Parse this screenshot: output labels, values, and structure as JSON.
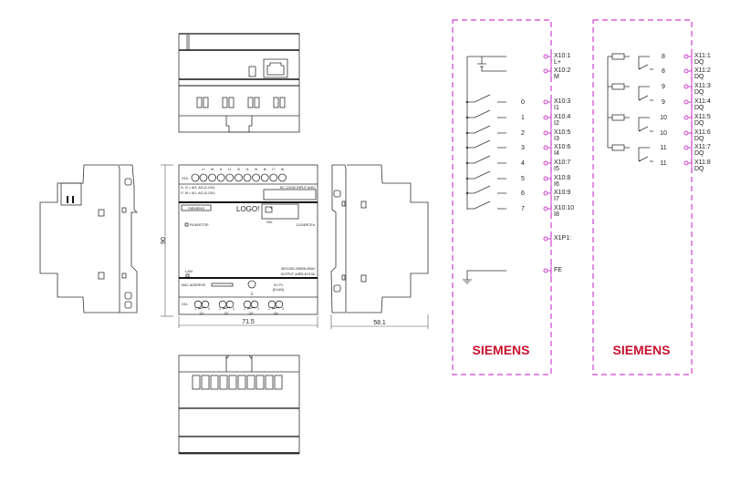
{
  "dimensions": {
    "height": "90",
    "width": "71.5",
    "depth": "58.1"
  },
  "front_panel": {
    "input_terminal_labels": [
      "L+",
      "M",
      "I1",
      "I2",
      "I3",
      "I4",
      "I5",
      "I6",
      "I7",
      "I8"
    ],
    "input_connector": "X10",
    "analog_note_1": "I1, I2 = AI3, AI4 (0-10V)",
    "analog_note_2": "I7, I8 = AI1, AI2 (0-10V)",
    "input_spec": "DC 12/24V INPUT 8xDC",
    "brand_plate": "SIEMENS",
    "product": "LOGO!",
    "card_slot": "X50",
    "run_stop": "RUN/STOP",
    "voltage": "12/24RCEo",
    "order_number": "6ED1052-2MD08-0BA2",
    "output_spec": "OUTPUT 4xRELAY/10A",
    "lan": "LAN",
    "mac": "MAC ADDRESS",
    "port": "X1 P1",
    "port_sub": "(ELAN)",
    "output_connector": "X11",
    "outputs": [
      "Q1",
      "Q2",
      "Q3",
      "Q4"
    ],
    "contact_1": "1",
    "contact_2": "2"
  },
  "inputs_panel": {
    "rows": [
      {
        "terminal": "X10:1",
        "signal": "L+",
        "number": ""
      },
      {
        "terminal": "X10:2",
        "signal": "M",
        "number": ""
      },
      {
        "terminal": "X10:3",
        "signal": "I1",
        "number": "0"
      },
      {
        "terminal": "X10:4",
        "signal": "I2",
        "number": "1"
      },
      {
        "terminal": "X10:5",
        "signal": "I3",
        "number": "2"
      },
      {
        "terminal": "X10:6",
        "signal": "I4",
        "number": "3"
      },
      {
        "terminal": "X10:7",
        "signal": "I5",
        "number": "4"
      },
      {
        "terminal": "X10:8",
        "signal": "I6",
        "number": "5"
      },
      {
        "terminal": "X10:9",
        "signal": "I7",
        "number": "6"
      },
      {
        "terminal": "X10:10",
        "signal": "I8",
        "number": "7"
      },
      {
        "terminal": "X1P1:",
        "signal": "",
        "number": ""
      },
      {
        "terminal": "FE",
        "signal": "",
        "number": ""
      }
    ],
    "brand": "SIEMENS"
  },
  "outputs_panel": {
    "rows": [
      {
        "terminal": "X11:1",
        "signal": "DQ",
        "number": "8"
      },
      {
        "terminal": "X11:2",
        "signal": "DQ",
        "number": "8"
      },
      {
        "terminal": "X11:3",
        "signal": "DQ",
        "number": "9"
      },
      {
        "terminal": "X11:4",
        "signal": "DQ",
        "number": "9"
      },
      {
        "terminal": "X11:5",
        "signal": "DQ",
        "number": "10"
      },
      {
        "terminal": "X11:6",
        "signal": "DQ",
        "number": "10"
      },
      {
        "terminal": "X11:7",
        "signal": "DQ",
        "number": "11"
      },
      {
        "terminal": "X11:8",
        "signal": "DQ",
        "number": "11"
      }
    ],
    "brand": "SIEMENS"
  },
  "colors": {
    "brand_red": "#c8102e",
    "terminal_magenta": "#d040d0"
  }
}
